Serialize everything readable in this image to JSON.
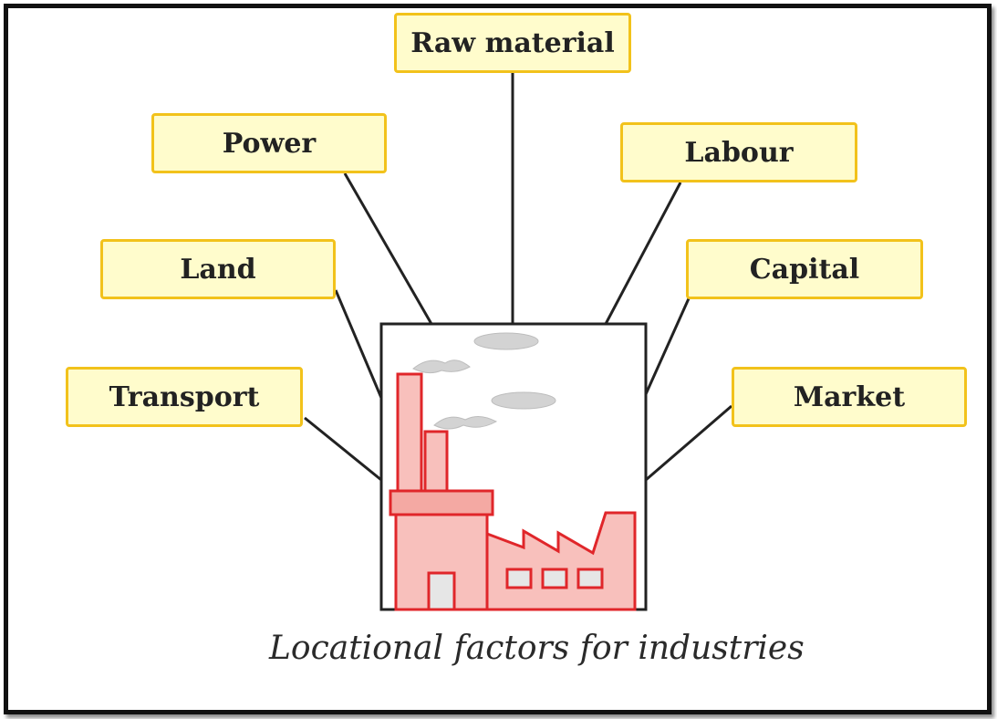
{
  "caption": "Locational factors for industries",
  "factors": {
    "raw_material": "Raw material",
    "power": "Power",
    "labour": "Labour",
    "land": "Land",
    "capital": "Capital",
    "transport": "Transport",
    "market": "Market"
  },
  "colors": {
    "box_fill": "#fffccc",
    "box_border": "#f2c21b",
    "factory_fill": "#f8c0bc",
    "factory_stroke": "#e0262a",
    "smoke": "#cfcfcf"
  }
}
